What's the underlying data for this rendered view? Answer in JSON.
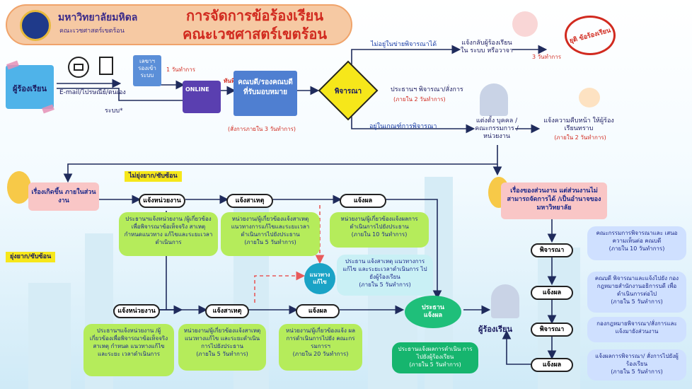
{
  "header": {
    "university": "มหาวิทยาลัยมหิดล",
    "faculty": "คณะเวชศาสตร์เขตร้อน",
    "title_line1": "การจัดการข้อร้องเรียน",
    "title_line2": "คณะเวชศาสตร์เขตร้อน"
  },
  "complainant": "ผู้ร้องเรียน",
  "channels": {
    "email_label": "E-mail/ไปรษณีย์/ตนเอง",
    "system_label": "ระบบ*"
  },
  "secretary": {
    "label": "เลขาฯ รองเข้า ระบบ",
    "time": "1 วันทำการ"
  },
  "online_badge": "ONLINE",
  "forward_label": "ทันที",
  "dean": {
    "label": "คณบดี/รองคณบดี ที่รับมอบหมาย",
    "time": "(สั่งการภายใน 3 วันทำการ)"
  },
  "consider": "พิจารณา",
  "not_in_scope": {
    "label": "ไม่อยู่ในข่ายพิจารณาได้",
    "result": "แจ้งกลับผู้ร้องเรียนใน ระบบ หรือวาจา",
    "time": "3 วันทำการ",
    "stamp": "ยุติ ข้อร้องเรียน"
  },
  "chair_note": {
    "label": "ประธานฯ พิจารณา/สั่งการ",
    "time": "(ภายใน 2 วันทำการ)"
  },
  "in_scope": {
    "label": "อยู่ในเกณฑ์การพิจารณา",
    "appoint": "แต่งตั้ง บุคคล /คณะกรรมการ /หน่วยงาน",
    "notify": "แจ้งความคืบหน้า ให้ผู้ร้องเรียนทราบ",
    "notify_time": "(ภายใน 2 วันทำการ)"
  },
  "left_branch": {
    "title": "เรื่องเกิดขึ้น ภายในส่วนงาน",
    "simple": "ไม่ยุ่งยาก/ซับซ้อน",
    "complex": "ยุ่งยาก/ซับซ้อน",
    "row1": {
      "step1": "แจ้งหน่วยงาน",
      "step2": "แจ้งสาเหตุ",
      "step3": "แจ้งผล",
      "box1": "ประธานฯแจ้งหน่วยงาน /ผู้เกี่ยวข้องเพื่อพิจารณาข้อเท็จจริง สาเหตุ กำหนดแนวทาง แก้ไขและระยะเวลาดำเนินการ",
      "box2": "หน่วยงาน/ผู้เกี่ยวข้องแจ้งสาเหตุ แนวทางการแก้ไขและระยะเวลา ดำเนินการไปยังประธาน",
      "box2_time": "(ภายใน 5 วันทำการ)",
      "box3": "หน่วยงาน/ผู้เกี่ยวข้องแจ้งผลการ ดำเนินการไปยังประธาน",
      "box3_time": "(ภายใน 10 วันทำการ)"
    },
    "solution_circle": "แนวทาง แก้ไข",
    "info_box": "ประธาน แจ้งสาเหตุ แนวทางการ แก้ไข และระยะเวลาดำเนินการ ไปยังผู้ร้องเรียน",
    "info_time": "(ภายใน 5 วันทำการ)",
    "row2": {
      "step1": "แจ้งหน่วยงาน",
      "step2": "แจ้งสาเหตุ",
      "step3": "แจ้งผล",
      "box1": "ประธานฯแจ้งหน่วยงาน /ผู้เกี่ยวข้องเพื่อพิจารณาข้อเท็จจริง สาเหตุ กำหนด แนวทางแก้ไข และระยะ เวลาดำเนินการ",
      "box2": "หน่วยงาน/ผู้เกี่ยวข้องแจ้งสาเหตุ แนวทางแก้ไข และระยะดำเนิน การไปยังประธาน",
      "box2_time": "(ภายใน 5 วันทำการ)",
      "box3": "หน่วยงาน/ผู้เกี่ยวข้องแจ้ง ผลการดำเนินการไปยัง คณะกรรมการฯ",
      "box3_time": "(ภายใน 20 วันทำการ)"
    },
    "chair_result": "ประธาน แจ้งผล",
    "chair_result_box": "ประธานแจ้งผลการดำเนิน การไปยังผู้ร้องเรียน",
    "chair_result_time": "(ภายใน 5 วันทำการ)"
  },
  "right_branch": {
    "title": "เรื่องของส่วนงาน แต่ส่วนงานไม่สามารถจัดการได้ /เป็นอำนาจของมหาวิทยาลัย",
    "consider1": "พิจารณา",
    "box1": "คณะกรรมการพิจารณาและ เสนอความเห็นต่อ คณบดี",
    "box1_time": "(ภายใน 10 วันทำการ)",
    "notify1": "แจ้งผล",
    "box2": "คณบดี พิจารณาและแจ้งไปยัง กองกฎหมายสำนักงานอธิการบดี เพื่อดำเนินการต่อไป",
    "box2_time": "(ภายใน 5 วันทำการ)",
    "consider2": "พิจารณา",
    "box3": "กองกฎหมายพิจารณา/สั่งการและ แจ้งมายังส่วนงาน",
    "notify2": "แจ้งผล",
    "box4": "แจ้งผลการพิจารณา/ สั่งการไปยังผู้ร้องเรียน",
    "box4_time": "(ภายใน 5 วันทำการ)"
  },
  "complainant_final": "ผู้ร้องเรียน"
}
